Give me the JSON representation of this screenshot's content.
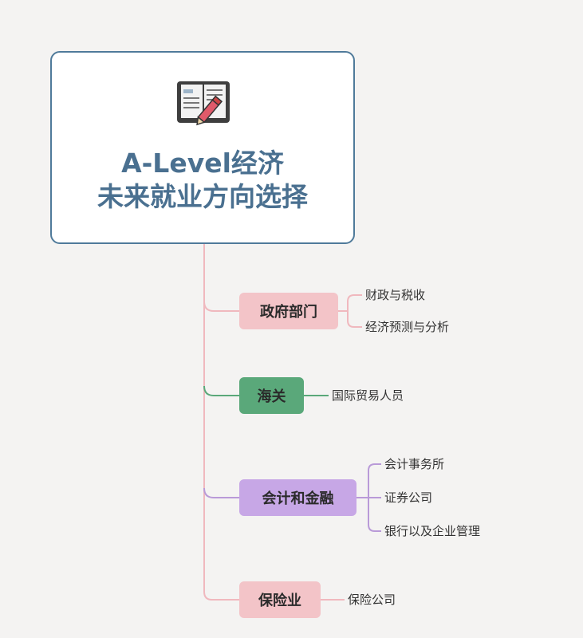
{
  "root": {
    "icon": "book-pencil-icon",
    "title_line1": "A-Level经济",
    "title_line2": "未来就业方向选择"
  },
  "branches": [
    {
      "label": "政府部门",
      "color": "#f3c4c8",
      "children": [
        "财政与税收",
        "经济预测与分析"
      ]
    },
    {
      "label": "海关",
      "color": "#5aa87a",
      "children": [
        "国际贸易人员"
      ]
    },
    {
      "label": "会计和金融",
      "color": "#c7a7e6",
      "children": [
        "会计事务所",
        "证券公司",
        "银行以及企业管理"
      ]
    },
    {
      "label": "保险业",
      "color": "#f3c4c8",
      "children": [
        "保险公司"
      ]
    }
  ],
  "colors": {
    "root_border": "#4f7a9a",
    "title": "#4a7090",
    "trunk_line": "#f0b8be",
    "green_line": "#5aa87a",
    "purple_line": "#b99ad8"
  }
}
